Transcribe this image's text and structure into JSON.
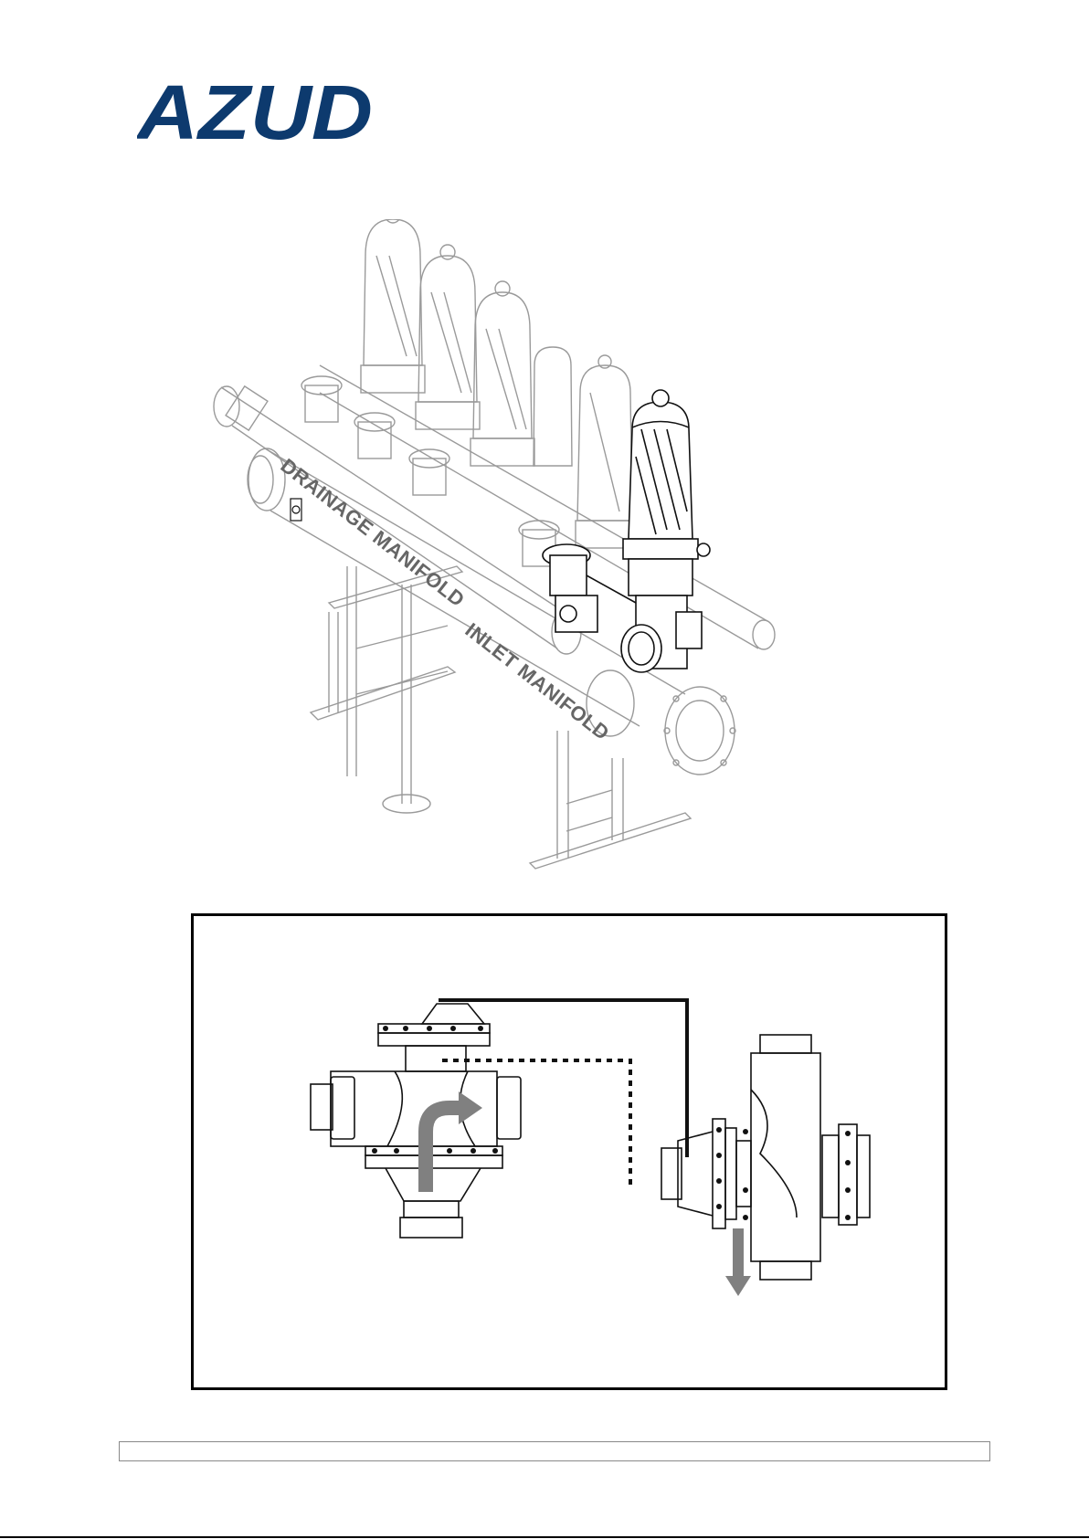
{
  "logo": {
    "text": "AZUD",
    "color": "#0d3a6e"
  },
  "labels": {
    "drainage_manifold": "DRAINAGE MANIFOLD",
    "inlet_manifold": "INLET MANIFOLD"
  },
  "colors": {
    "line": "#999999",
    "dark_line": "#111111",
    "flow_arrow": "#808080",
    "label": "#666666"
  },
  "footer": {
    "text": ""
  }
}
